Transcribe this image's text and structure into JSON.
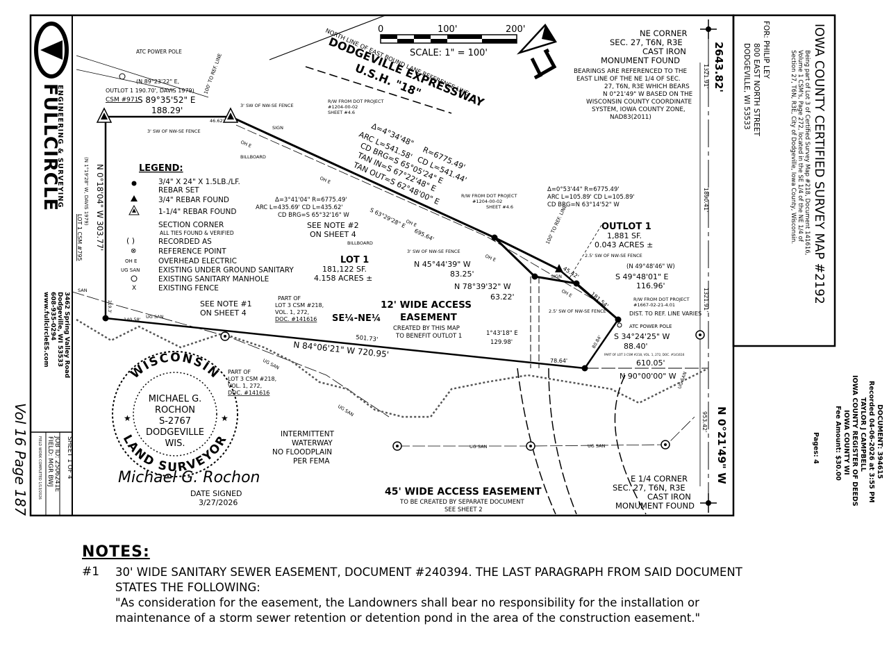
{
  "title_block": {
    "company_name": "FULLCIRCLE",
    "company_sub": "ENGINEERING & SURVEYING",
    "address_line1": "3462 Spring Valley Road",
    "address_line2": "Dodgeville, WI 53533",
    "phone": "608-935-0294",
    "website": "www.fullcircleES.com",
    "sheet": "SHEET 1 OF 4",
    "job_id": "JOB ID: 2506241E",
    "field": "FIELD: MGR BWJ",
    "field_work": "FIELD WORK COMPLETED 1/13/2026"
  },
  "map_title": {
    "main": "IOWA COUNTY CERTIFIED SURVEY MAP #2192",
    "desc1": "Being part of Lot 3 of Certified Survey Map #218, Document 141616,",
    "desc2": "Volume 1 CSM's, Page 272, located in the SE 1/4 of the NE 1/4 of",
    "desc3": "Section 27, T6N, R3E, City of Dodgeville, Iowa County, Wisconsin.",
    "for_label": "FOR: PHILIP LEY",
    "for_addr1": "800 EAST NORTH STREET",
    "for_addr2": "DODGEVILLE, WI  53533"
  },
  "recording": {
    "document": "DOCUMENT:  394615",
    "recorded": "Recorded 04-06-2026 at 3:55 PM",
    "clerk": "TAYLOR J CAMPBELL",
    "office": "IOWA COUNTY REGISTER OF DEEDS",
    "state": "IOWA COUNTY WI",
    "fee": "Fee Amount: $30.00",
    "pages": "Pages: 4"
  },
  "handwritten_vol": "Vol 16 Page 187",
  "scale": {
    "tick0": "0",
    "tick1": "100'",
    "tick2": "200'",
    "label": "SCALE: 1\" = 100'"
  },
  "ne_corner": {
    "l1": "NE CORNER",
    "l2": "SEC. 27, T6N, R3E",
    "l3": "CAST IRON",
    "l4": "MONUMENT FOUND"
  },
  "bearings_note": {
    "l1": "BEARINGS ARE REFERENCED TO THE",
    "l2": "EAST LINE OF THE NE 1/4 OF SEC.",
    "l3": "27, T6N, R3E WHICH BEARS",
    "l4": "N 0°21'49\" W BASED ON THE",
    "l5": "WISCONSIN COUNTY COORDINATE",
    "l6": "SYSTEM, IOWA COUNTY ZONE,",
    "l7": "NAD83(2011)"
  },
  "legend": {
    "title": "LEGEND:",
    "items": [
      "3/4\" X 24\" X 1.5LB./LF.",
      "REBAR SET",
      "3/4\" REBAR FOUND",
      "1-1/4\" REBAR FOUND",
      "SECTION CORNER",
      "ALL TIES FOUND & VERIFIED",
      "RECORDED AS",
      "REFERENCE POINT",
      "OVERHEAD ELECTRIC",
      "EXISTING UNDER GROUND SANITARY",
      "EXISTING SANITARY MANHOLE",
      "EXISTING FENCE"
    ],
    "sym_recorded": "(  )",
    "sym_oh": "OH E",
    "sym_ug": "UG SAN",
    "sym_fence": "X"
  },
  "road": {
    "name1": "DODGEVILLE EXPRESSWAY",
    "name2": "U.S.H. \"18\"",
    "ref_line": "NORTH LINE OF EAST BOUND LANE REFERENCE LINE"
  },
  "lot1": {
    "name": "LOT 1",
    "sf": "181,122 SF.",
    "acres": "4.158 ACRES ±"
  },
  "outlot1": {
    "name": "OUTLOT 1",
    "sf": "1,881 SF.",
    "acres": "0.043 ACRES ±"
  },
  "curve1": {
    "delta": "Δ=4°34'48\"",
    "r": "R=6775.49'",
    "arc": "ARC L=541.58'",
    "cd": "CD L=541.44'",
    "brg": "CD BRG=S 65°05'24\" E",
    "tan_in": "TAN IN=S 67°22'48\" E",
    "tan_out": "TAN OUT=S 62°48'00\" E"
  },
  "curve2": {
    "delta": "Δ=3°41'04\"   R=6775.49'",
    "arc": "ARC L=435.69'  CD L=435.62'",
    "brg": "CD BRG=S 65°32'16\" W"
  },
  "curve3": {
    "delta": "Δ=0°53'44\"   R=6775.49'",
    "arc": "ARC L=105.89'  CD L=105.89'",
    "brg": "CD BRG=N 63°14'52\" W"
  },
  "labels": {
    "atc_pole1": "ATC POWER POLE",
    "atc_pole2": "ATC POWER POLE",
    "outlot_rec": "OUTLOT 1  190.70', DAVIS 1979)",
    "outlot_rec2": "(N 89°23'22\" E,",
    "csm971": "CSM #971",
    "b_top": "S 89°35'52\" E",
    "d_top": "188.29'",
    "fence1": "3' SW OF NW-SE FENCE",
    "fence2": "3' SW OF NW-SE FENCE",
    "fence3": "3' SW OF NW-SE FENCE",
    "fence4": "2.5' SW OF NW-SE FENCE",
    "fence5": "2.5' SW OF NW-SE FENCE",
    "d4662": "46.62'",
    "rw1": "R/W FROM DOT PROJECT",
    "rw1b": "#1204-00-02",
    "rw1c": "SHEET #4.6",
    "rw2": "R/W FROM DOT PROJECT",
    "rw2b": "#1204-00-02",
    "rw2c": "SHEET #4.6",
    "rw3": "R/W FROM DOT PROJECT",
    "rw3b": "#1667-02-21-4.01",
    "ref100a": "100' TO REF. LINE",
    "ref100b": "100' TO REF. LINE",
    "sign1": "SIGN",
    "sign2": "SIGN",
    "billboard1": "BILLBOARD",
    "billboard2": "BILLBOARD",
    "ohe": "OH E",
    "ugsan": "UG SAN",
    "san": "SAN",
    "see_note2a": "SEE NOTE #2",
    "see_note2b": "ON SHEET 4",
    "see_note1a": "SEE NOTE #1",
    "see_note1b": "ON SHEET 4",
    "b_s632928": "S 63°29'28\" E",
    "d_69564": "695.64'",
    "b_n454439": "N 45°44'39\" W",
    "d_8325": "83.25'",
    "b_n783932": "N 78°39'32\" W",
    "d_6322": "63.22'",
    "b_n494846": "(N 49°48'46\" W)",
    "b_s494801": "S 49°48'01\" E",
    "d_11696": "116.96'",
    "d_4542": "45.42'",
    "d_18154": "181.54'",
    "dist_ref": "DIST. TO REF. LINE VARIES",
    "b_s342425": "S 34°24'25\" W",
    "d_8840": "88.40'",
    "d_61005": "610.05'",
    "b_n90": "N 90°00'00\" W",
    "d_7864": "78.64'",
    "d_8084": "80.84'",
    "part_lot_small": "PART OF LOT 3 CSM #218, VOL. 1, 272, DOC. #141616",
    "delta143": "1°43'18\"  E",
    "d_12998": "129.98'",
    "b_main_s": "N 84°06'21\" W   720.95'",
    "d_50173": "501.73'",
    "d_14058": "140.58'",
    "d_2193": "219.3'",
    "b_west": "N 0°18'04\" W   303.77'",
    "b_west_rec": "(N 1°19'28\" W, DAVIS 1979)",
    "lot1csm": "LOT 1 CSM #795",
    "part1": "PART OF",
    "part2": "LOT 3 CSM #218,",
    "part3": "VOL. 1, 272,",
    "part4": "DOC. #141616",
    "part2_1": "PART OF",
    "part2_2": "LOT 3 CSM #218,",
    "part2_3": "VOL. 1, 272,",
    "part2_4": "DOC. #141616",
    "ease12a": "12' WIDE ACCESS",
    "ease12b": "EASEMENT",
    "ease12c": "CREATED BY THIS MAP",
    "ease12d": "TO BENEFIT OUTLOT 1",
    "sene": "SE¼-NE¼",
    "waterway1": "INTERMITTENT",
    "waterway2": "WATERWAY",
    "waterway3": "NO FLOODPLAIN",
    "waterway4": "PER FEMA",
    "ease45a": "45' WIDE ACCESS EASEMENT",
    "ease45b": "TO BE CREATED BY SEPARATE DOCUMENT",
    "ease45c": "SEE SHEET 2",
    "e14a": "E 1/4 CORNER",
    "e14b": "SEC. 27, T6N, R3E",
    "e14c": "CAST IRON",
    "e14d": "MONUMENT FOUND",
    "east_total": "2643.82'",
    "east_b": "N 0°21'49\" W",
    "d_132191a": "1321.91'",
    "d_189041": "1890.41'",
    "d_132191b": "1321.91'",
    "d_95342": "953.42'"
  },
  "seal": {
    "top": "WISCONSIN",
    "bottom": "LAND SURVEYOR",
    "name1": "MICHAEL G.",
    "name2": "ROCHON",
    "num": "S-2767",
    "city1": "DODGEVILLE",
    "city2": "WIS.",
    "signature": "Michael G. Rochon",
    "date_label": "DATE SIGNED",
    "date": "3/27/2026"
  },
  "notes": {
    "title": "NOTES:",
    "num": "#1",
    "text1": "30' WIDE SANITARY SEWER EASEMENT, DOCUMENT #240394.  THE LAST PARAGRAPH FROM SAID DOCUMENT",
    "text2": "STATES THE FOLLOWING:",
    "quote1": "\"As consideration for the easement, the Landowners shall bear no responsibility for the installation or",
    "quote2": "maintenance of a storm sewer retention or detention pond in the area of the construction easement.\""
  }
}
